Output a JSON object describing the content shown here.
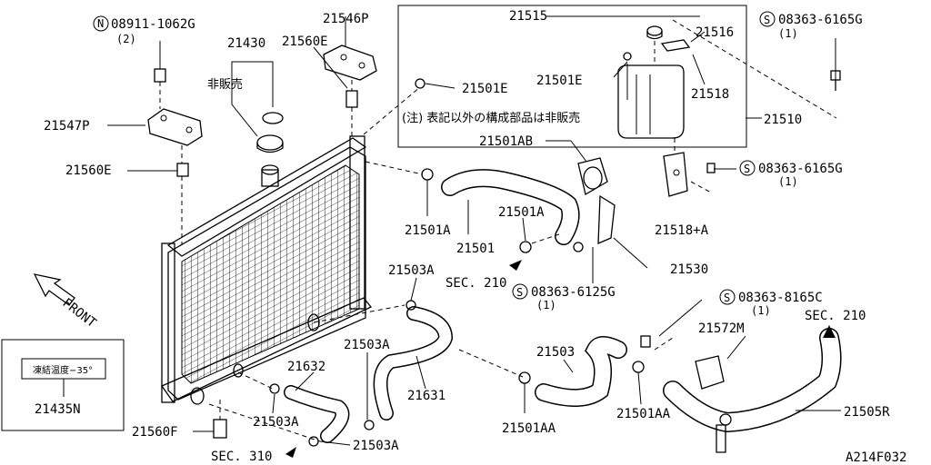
{
  "labels": {
    "p08911": "08911-1062G",
    "p08911_qty": "(2)",
    "p21430": "21430",
    "p21560e_top": "21560E",
    "p21546p": "21546P",
    "hihanbai": "非販売",
    "p21547p": "21547P",
    "p21560e": "21560E",
    "p21515": "21515",
    "p21516": "21516",
    "p21501e_a": "21501E",
    "p21501e_b": "21501E",
    "p21518": "21518",
    "note": "(注) 表記以外の構成部品は非販売",
    "p21510": "21510",
    "s08363_6165g_top": "08363-6165G",
    "s08363_6165g_top_qty": "(1)",
    "s08363_6165g_mid": "08363-6165G",
    "s08363_6165g_mid_qty": "(1)",
    "p21501ab": "21501AB",
    "p21501a_a": "21501A",
    "p21501a_b": "21501A",
    "p21501": "21501",
    "p21518a": "21518+A",
    "p21530": "21530",
    "p21503a_top": "21503A",
    "sec210_a": "SEC. 210",
    "s08363_6125g": "08363-6125G",
    "s08363_6125g_qty": "(1)",
    "s08363_8165c": "08363-8165C",
    "s08363_8165c_qty": "(1)",
    "sec210_b": "SEC. 210",
    "p21572m": "21572M",
    "front": "FRONT",
    "antifreeze": "凍結温度−35°",
    "p21435n": "21435N",
    "p21503a_mid": "21503A",
    "p21503": "21503",
    "p21632": "21632",
    "p21631": "21631",
    "p21503a_low": "21503A",
    "p21501aa_a": "21501AA",
    "p21501aa_b": "21501AA",
    "p21505r": "21505R",
    "p21560f": "21560F",
    "p21503a_bot": "21503A",
    "sec310": "SEC. 310",
    "diagram_code": "A214F032"
  }
}
